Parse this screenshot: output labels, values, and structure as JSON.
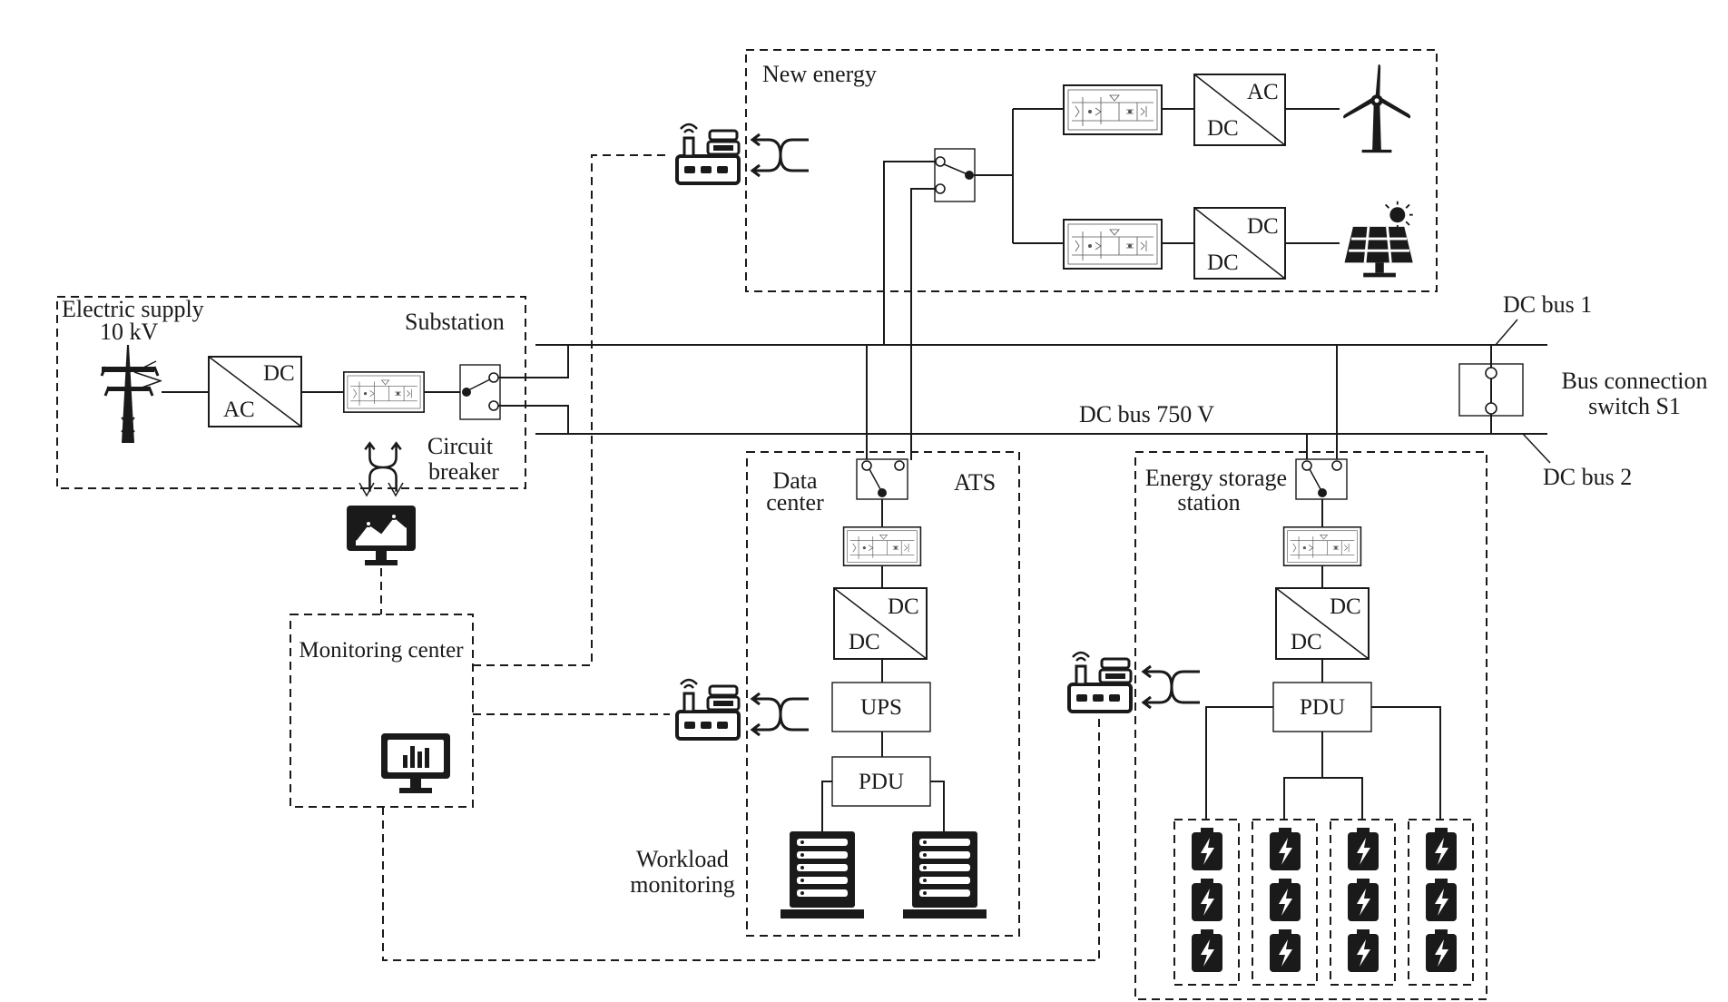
{
  "labels": {
    "new_energy": "New energy",
    "electric_supply": "Electric supply",
    "electric_supply_voltage": "10 kV",
    "substation": "Substation",
    "circuit_breaker_1": "Circuit",
    "circuit_breaker_2": "breaker",
    "dc_bus_1": "DC bus 1",
    "dc_bus_2": "DC bus 2",
    "dc_bus_voltage": "DC bus 750 V",
    "bus_switch_1": "Bus connection",
    "bus_switch_2": "switch S1",
    "data_center_1": "Data",
    "data_center_2": "center",
    "ats": "ATS",
    "energy_storage_1": "Energy storage",
    "energy_storage_2": "station",
    "monitoring_center": "Monitoring center",
    "workload_1": "Workload",
    "workload_2": "monitoring"
  },
  "converters": {
    "wind_top": "AC",
    "wind_bottom": "DC",
    "pv_top": "DC",
    "pv_bottom": "DC",
    "sub_top": "DC",
    "sub_bottom": "AC",
    "dc_top": "DC",
    "dc_bottom": "DC",
    "es_top": "DC",
    "es_bottom": "DC"
  },
  "blocks": {
    "ups": "UPS",
    "pdu_data_center": "PDU",
    "pdu_storage": "PDU"
  },
  "icons": [
    "wind-turbine-icon",
    "solar-panel-icon",
    "power-tower-icon",
    "router-icon",
    "network-switch-icon",
    "dashboard-monitor-icon",
    "chart-monitor-icon",
    "server-rack-icon",
    "battery-icon",
    "circuit-filter-icon"
  ]
}
